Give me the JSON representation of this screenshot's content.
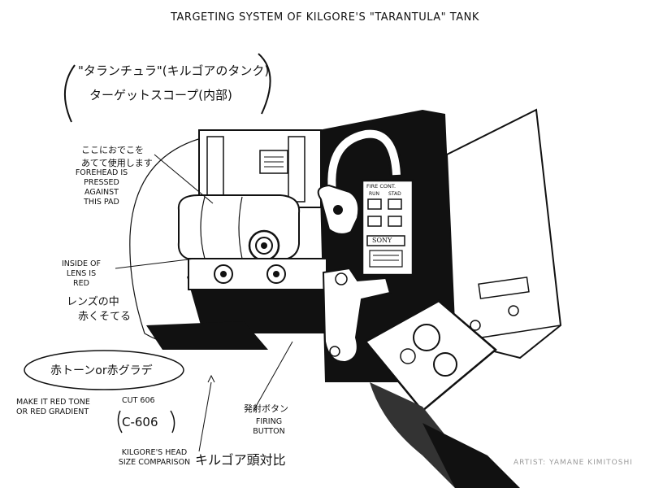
{
  "title": "TARGETING SYSTEM OF KILGORE'S \"TARANTULA\" TANK",
  "japanese_title_line1": "\"タランチュラ\"(キルゴアのタンク)",
  "japanese_title_line2": "ターゲットスコープ(内部)",
  "annotations": {
    "forehead_jp_line1": "ここにおでこを",
    "forehead_jp_line2": "あてて使用します",
    "forehead_en_line1": "FOREHEAD IS",
    "forehead_en_line2": "PRESSED",
    "forehead_en_line3": "AGAINST",
    "forehead_en_line4": "THIS PAD",
    "lens_en_line1": "INSIDE OF",
    "lens_en_line2": "LENS IS",
    "lens_en_line3": "RED",
    "lens_jp_line1": "レンズの中",
    "lens_jp_line2": "赤くそてる",
    "red_tone_jp": "赤トーンor赤グラデ",
    "red_tone_en_line1": "MAKE IT RED TONE",
    "red_tone_en_line2": "OR RED GRADIENT",
    "cut_en": "CUT 606",
    "cut_jp": "C-606",
    "firing_jp": "発射ボタン",
    "firing_en_line1": "FIRING",
    "firing_en_line2": "BUTTON",
    "head_en_line1": "KILGORE'S HEAD",
    "head_en_line2": "SIZE COMPARISON",
    "head_jp": "キルゴア頭対比"
  },
  "panel": {
    "header": "FIRE CONT.",
    "run_label": "RUN",
    "stad_label": "STAD",
    "brand": "SONY"
  },
  "artist_credit": "ARTIST: YAMANE KIMITOSHI"
}
